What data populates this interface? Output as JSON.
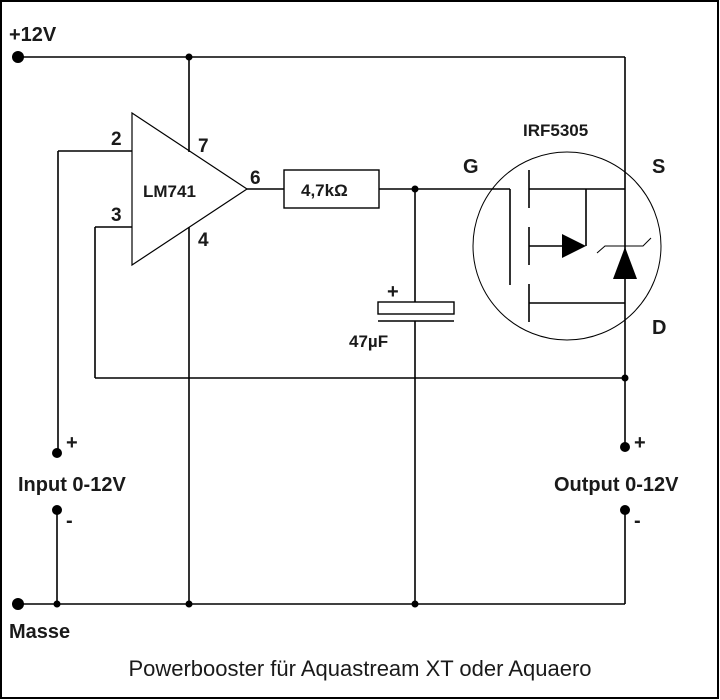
{
  "title": "Powerbooster für Aquastream XT oder Aquaero",
  "rails": {
    "supply": "+12V",
    "ground": "Masse"
  },
  "opamp": {
    "name": "LM741",
    "pins": {
      "inverting": "2",
      "non_inverting": "3",
      "vplus": "7",
      "vminus": "4",
      "output": "6"
    }
  },
  "resistor": {
    "value": "4,7kΩ"
  },
  "capacitor": {
    "value": "47µF",
    "polarity": "+"
  },
  "mosfet": {
    "name": "IRF5305",
    "gate": "G",
    "source": "S",
    "drain": "D"
  },
  "input": {
    "label": "Input 0-12V",
    "plus": "+",
    "minus": "-"
  },
  "output": {
    "label": "Output 0-12V",
    "plus": "+",
    "minus": "-"
  }
}
